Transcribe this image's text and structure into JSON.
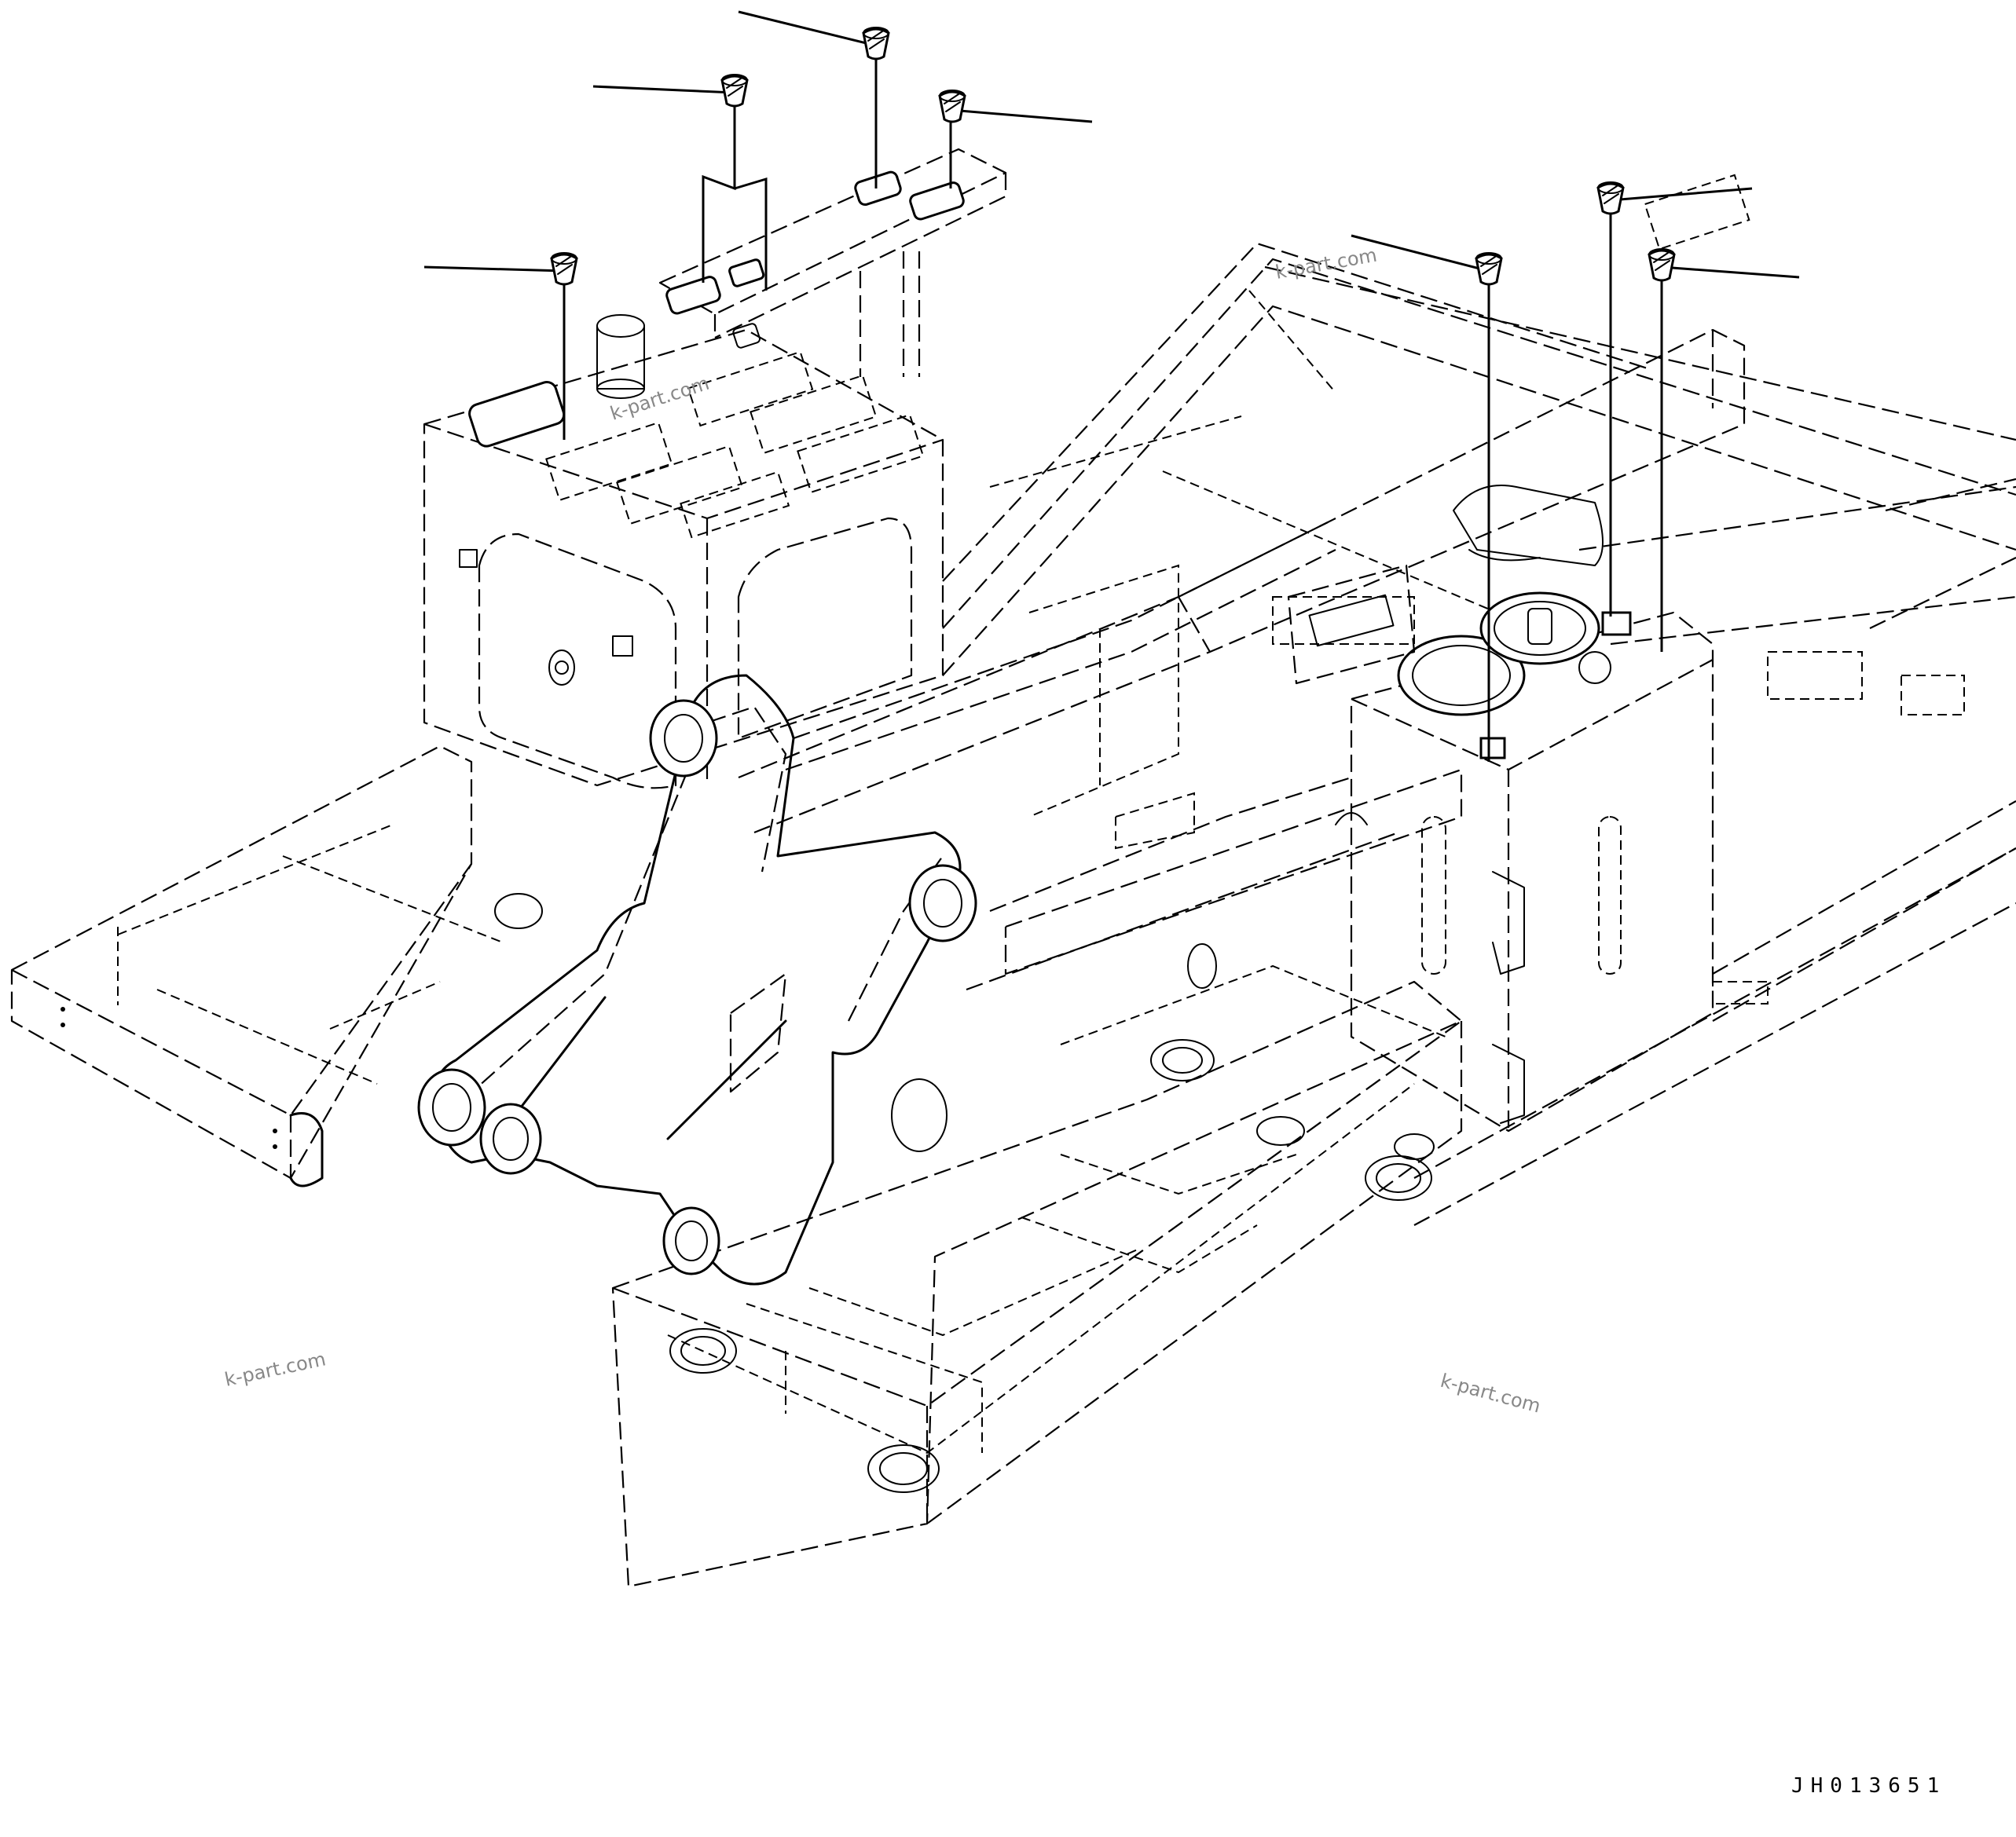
{
  "drawing": {
    "number": "JH013651",
    "watermarks": [
      "k-part.com",
      "k-part.com",
      "k-part.com",
      "k-part.com"
    ],
    "line_color": "#000000",
    "background_color": "#ffffff",
    "watermark_color": "#888888"
  },
  "callouts": {
    "count": 7,
    "icon": "cap-plug-icon"
  }
}
